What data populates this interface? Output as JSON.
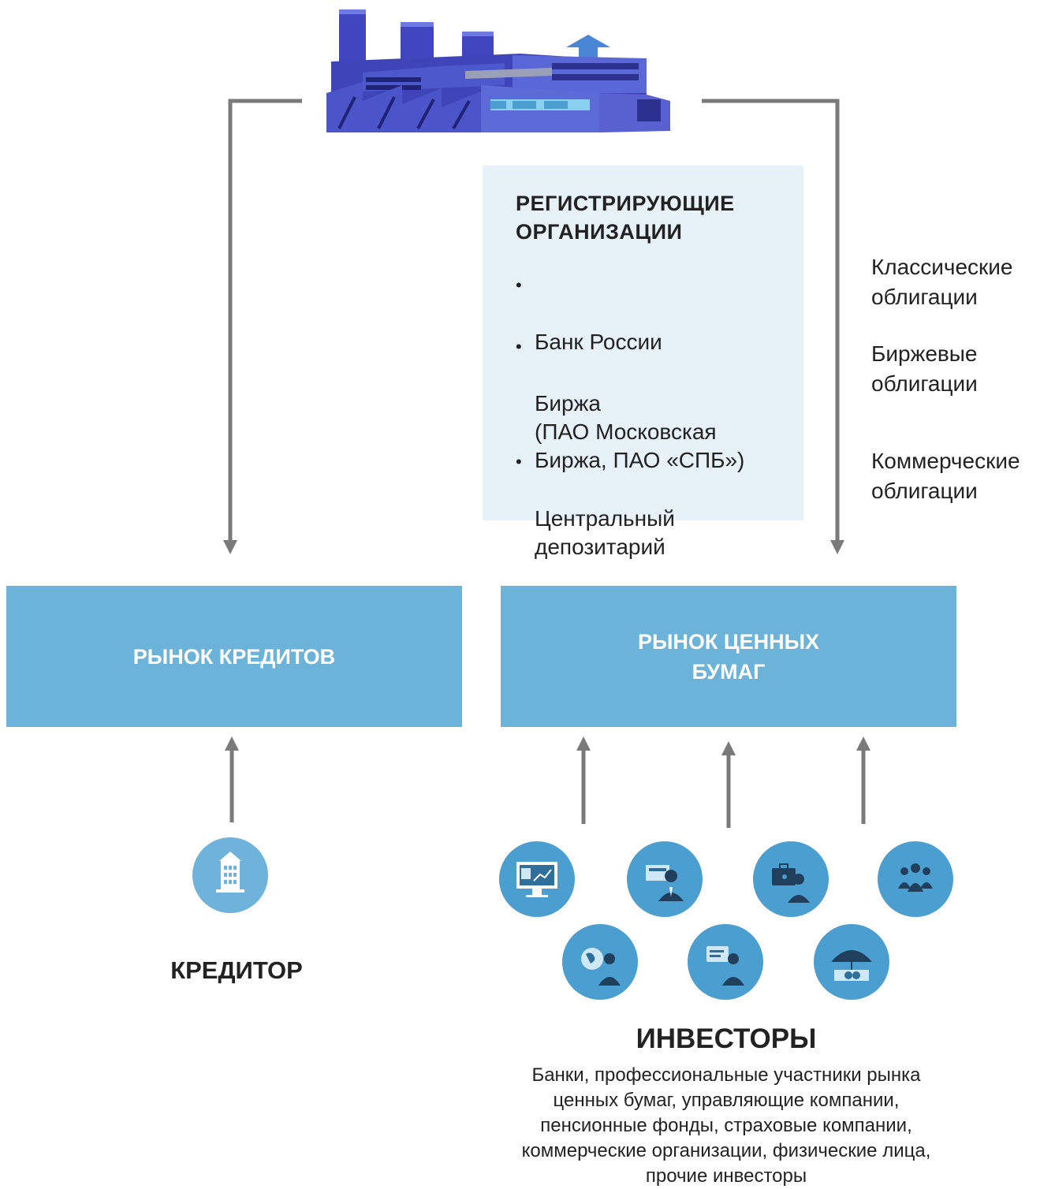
{
  "registering_orgs": {
    "title": "РЕГИСТРИРУЮЩИЕ\nОРГАНИЗАЦИИ",
    "items": [
      "Банк России",
      "Биржа\n(ПАО  Московская\nБиржа, ПАО «СПБ»)",
      "Центральный\nдепозитарий"
    ]
  },
  "bond_types": [
    "Классические\nоблигации",
    "Биржевые\nоблигации",
    "Коммерческие\nоблигации"
  ],
  "markets": {
    "credit": "РЫНОК КРЕДИТОВ",
    "securities": "РЫНОК ЦЕННЫХ\nБУМАГ"
  },
  "creditor": {
    "label": "КРЕДИТОР"
  },
  "investors": {
    "title": "ИНВЕСТОРЫ",
    "description": "Банки, профессиональные участники рынка\nценных бумаг, управляющие компании,\nпенсионные фонды, страховые компании,\nкоммерческие организации, физические лица,\nпрочие инвесторы"
  },
  "icons": {
    "issuer": "factory-icon",
    "creditor": "bank-building-icon",
    "investors": [
      "monitor-chart-icon",
      "banker-icon",
      "briefcase-businessman-icon",
      "group-of-people-icon",
      "globe-businessman-icon",
      "consultant-icon",
      "umbrella-money-icon"
    ]
  },
  "colors": {
    "market_box": "#6cb3d9",
    "panel_bg": "#e6f1f8",
    "arrow": "#7a7a7a",
    "icon_circle": "#4b9fd0",
    "factory": "#4a52c8"
  }
}
